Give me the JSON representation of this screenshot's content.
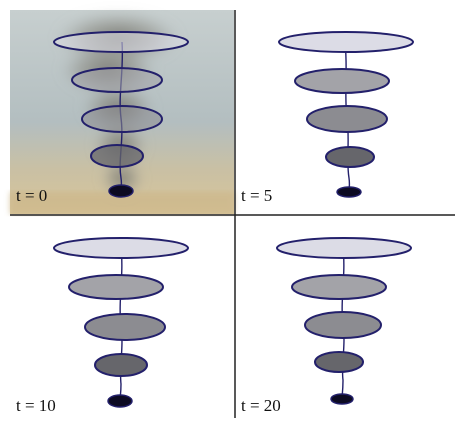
{
  "panels": [
    {
      "label": "t = 0",
      "background": "photo"
    },
    {
      "label": "t = 5",
      "background": "white"
    },
    {
      "label": "t = 10",
      "background": "white"
    },
    {
      "label": "t = 20",
      "background": "white"
    }
  ],
  "colors": {
    "ellipse_stroke": "#23206b",
    "ring_fill_top": "#dcdce6",
    "ring_fill_2": "#a3a3a8",
    "ring_fill_3": "#8c8c91",
    "ring_fill_4": "#66666b",
    "ring_fill_base": "#0c0a22",
    "divider": "#222222",
    "photo_sky": "#b9c3c4",
    "photo_ground": "#d6c39a"
  }
}
